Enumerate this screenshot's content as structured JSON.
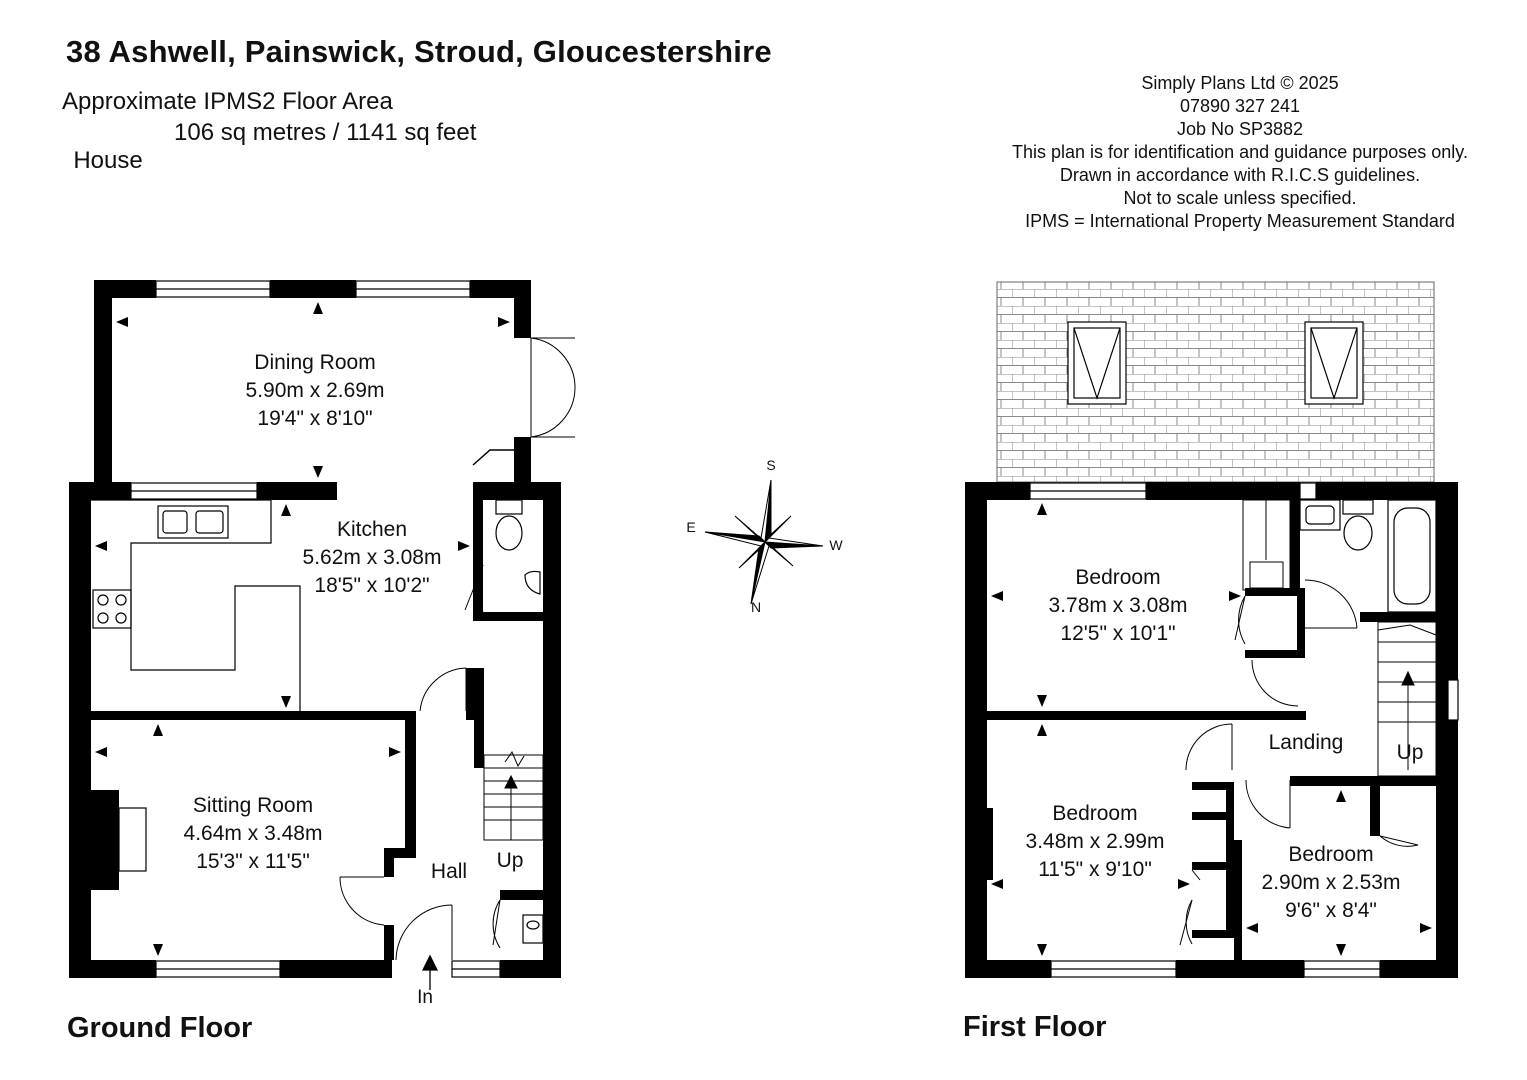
{
  "header": {
    "title": "38 Ashwell, Painswick, Stroud, Gloucestershire",
    "subtitle": "Approximate IPMS2 Floor Area",
    "area_label": "House",
    "area_value": "106 sq metres / 1141 sq feet"
  },
  "credits": {
    "lines": [
      "Simply Plans Ltd © 2025",
      "07890 327 241",
      "Job No SP3882",
      "This plan is for identification and guidance purposes only.",
      "Drawn in accordance with R.I.C.S guidelines.",
      "Not to scale unless specified.",
      "IPMS = International Property Measurement Standard"
    ]
  },
  "compass": {
    "s": "S",
    "e": "E",
    "w": "W",
    "n": "N"
  },
  "ground_floor": {
    "label": "Ground Floor",
    "rooms": [
      {
        "name": "Dining Room",
        "metric": "5.90m x 2.69m",
        "imperial": "19'4\" x 8'10\""
      },
      {
        "name": "Kitchen",
        "metric": "5.62m x 3.08m",
        "imperial": "18'5\" x 10'2\""
      },
      {
        "name": "Sitting Room",
        "metric": "4.64m x 3.48m",
        "imperial": "15'3\" x 11'5\""
      }
    ],
    "hall": "Hall",
    "up": "Up",
    "entrance": "In"
  },
  "first_floor": {
    "label": "First Floor",
    "rooms": [
      {
        "name": "Bedroom",
        "metric": "3.78m x 3.08m",
        "imperial": "12'5\" x 10'1\""
      },
      {
        "name": "Bedroom",
        "metric": "3.48m x 2.99m",
        "imperial": "11'5\" x 9'10\""
      },
      {
        "name": "Bedroom",
        "metric": "2.90m x 2.53m",
        "imperial": "9'6\" x 8'4\""
      }
    ],
    "landing": "Landing",
    "up": "Up"
  },
  "colors": {
    "wall": "#000000",
    "roof_line": "#777777",
    "background": "#ffffff"
  }
}
